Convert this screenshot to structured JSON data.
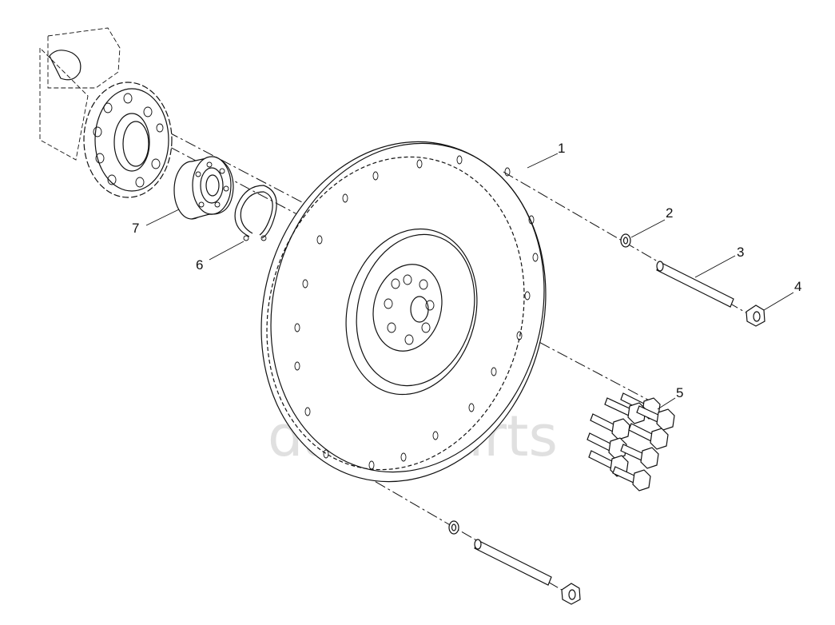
{
  "watermark": {
    "text": "data-parts",
    "color": "#c8c8c8"
  },
  "callouts": [
    {
      "id": "1",
      "label": "1"
    },
    {
      "id": "2",
      "label": "2"
    },
    {
      "id": "3",
      "label": "3"
    },
    {
      "id": "4",
      "label": "4"
    },
    {
      "id": "5",
      "label": "5"
    },
    {
      "id": "6",
      "label": "6"
    },
    {
      "id": "7",
      "label": "7"
    }
  ],
  "colors": {
    "line": "#111111",
    "background": "#ffffff"
  }
}
